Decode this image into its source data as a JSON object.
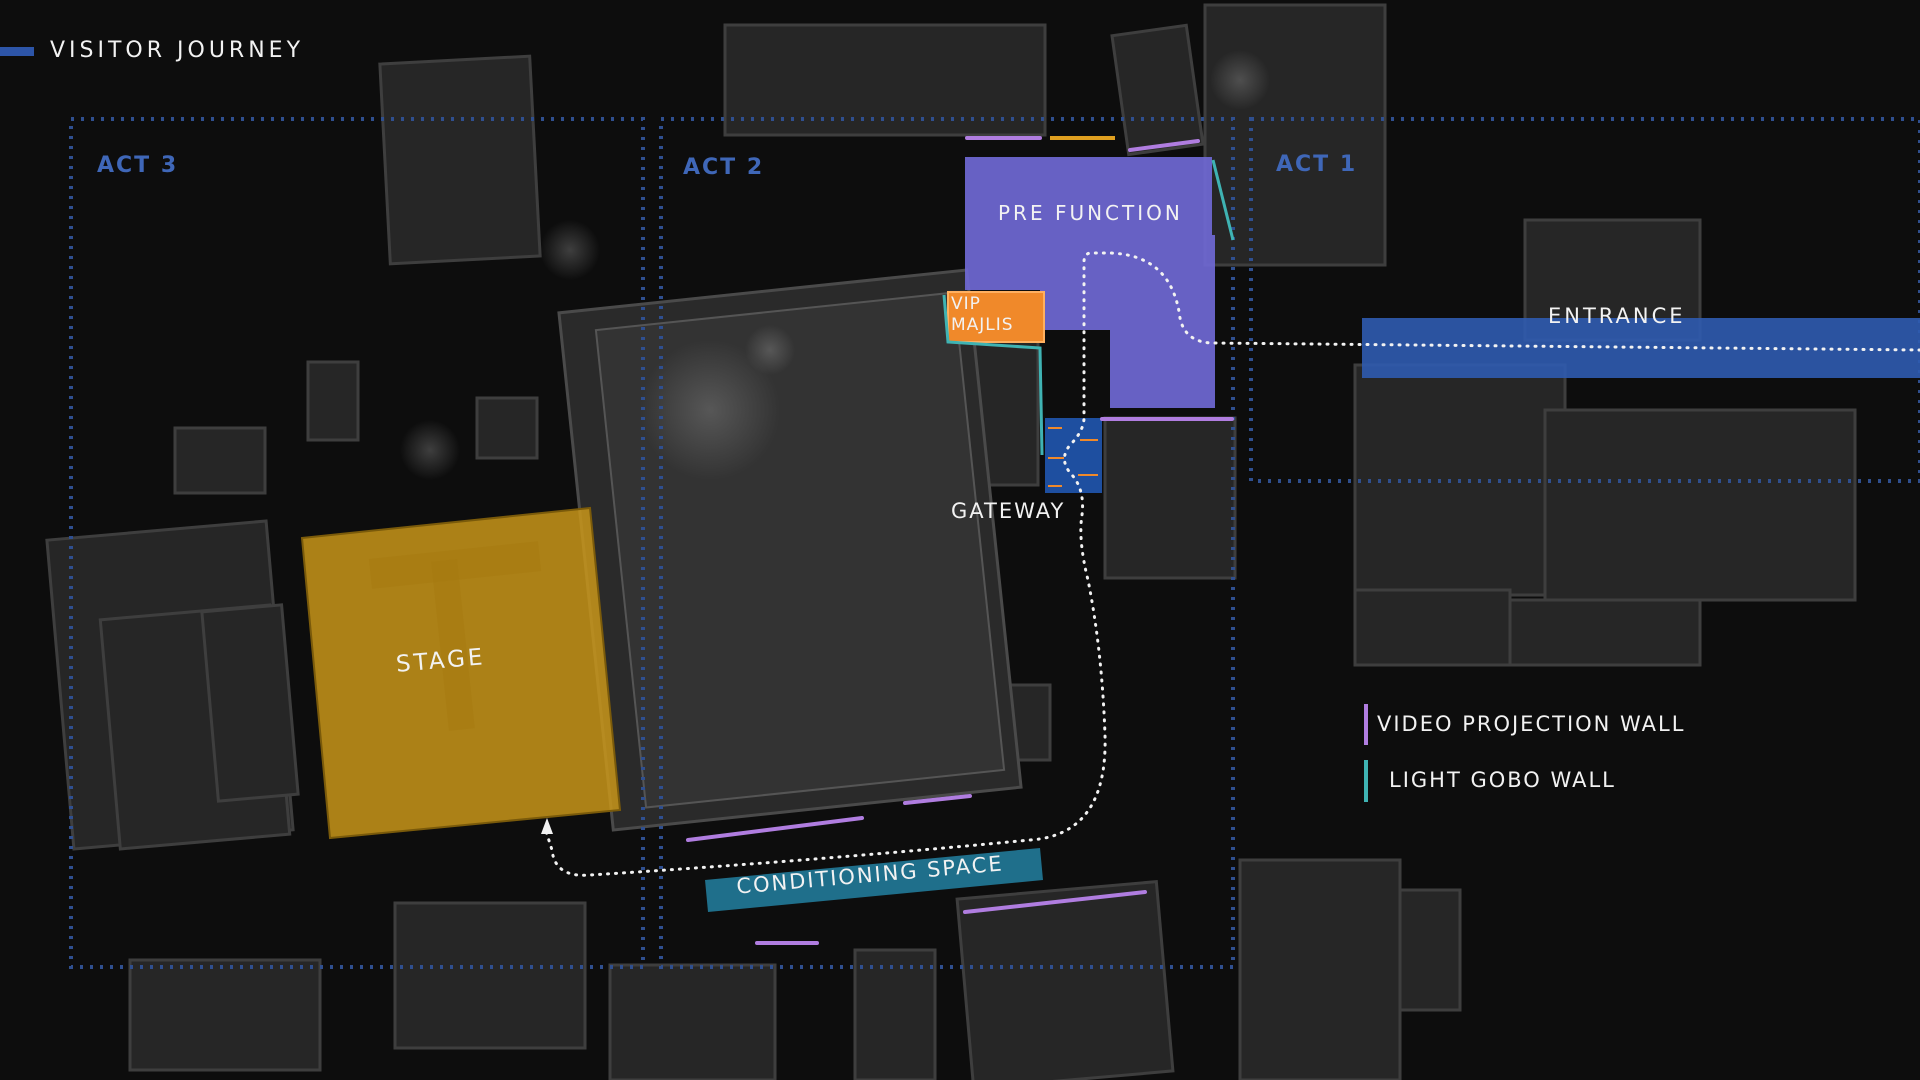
{
  "header": {
    "title": "VISITOR JOURNEY"
  },
  "acts": [
    {
      "label": "ACT 3"
    },
    {
      "label": "ACT 2"
    },
    {
      "label": "ACT 1"
    }
  ],
  "zones": {
    "stage": "STAGE",
    "pre_function": "PRE FUNCTION",
    "vip_line1": "VIP",
    "vip_line2": "MAJLIS",
    "gateway": "GATEWAY",
    "entrance": "ENTRANCE",
    "conditioning": "CONDITIONING SPACE"
  },
  "legend": [
    {
      "label": "VIDEO PROJECTION WALL",
      "color": "#b07de0"
    },
    {
      "label": "LIGHT GOBO WALL",
      "color": "#3fb3b3"
    }
  ],
  "colors": {
    "act_border": "#2f4f8f",
    "stage": "#c9961a",
    "pre_function": "#6f68d4",
    "vip": "#f0892a",
    "gateway": "#1e4fa0",
    "entrance": "#2f5bb0",
    "conditioning": "#1f6f8b",
    "projection_wall": "#b07de0",
    "gobo_wall": "#3fb3b3"
  },
  "icons": {
    "path_arrow": "arrow-up-icon"
  }
}
